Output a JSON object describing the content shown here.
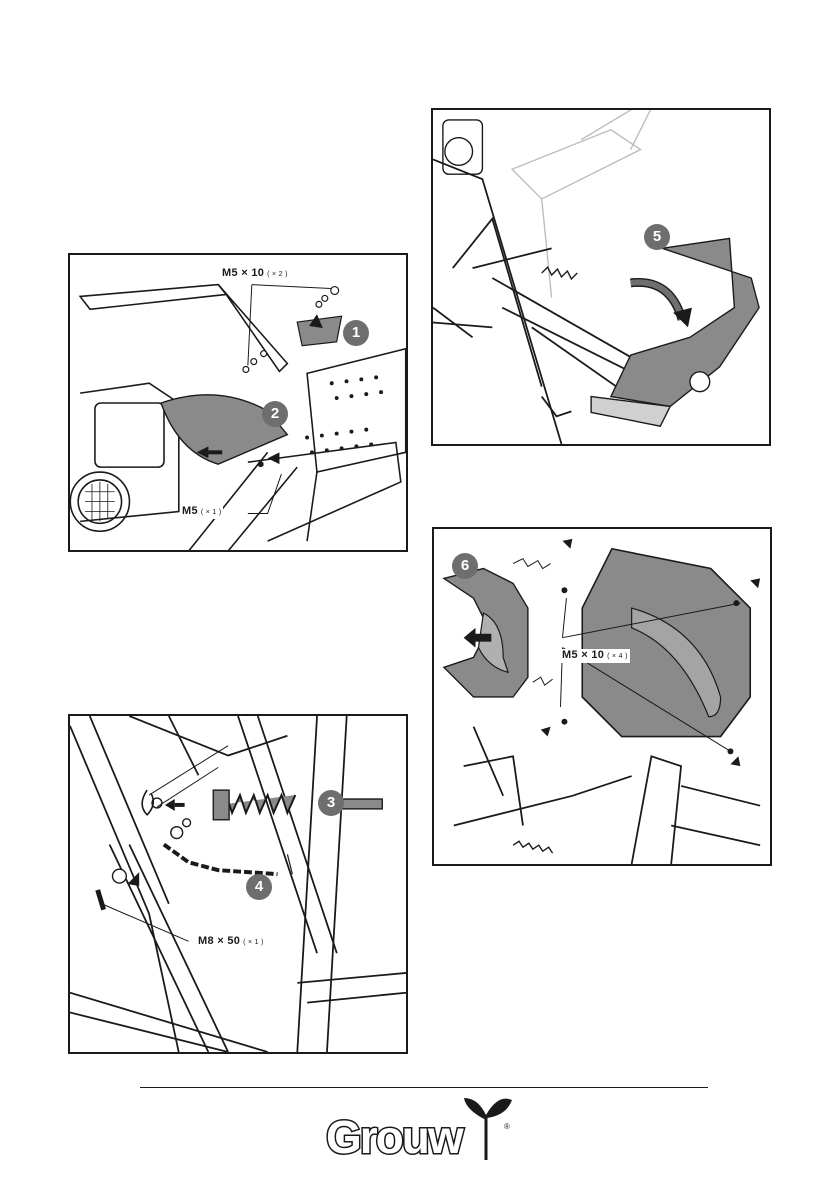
{
  "panel1": {
    "label_top": "M5 × 10",
    "label_top_qty": "( × 2 )",
    "label_bottom": "M5",
    "label_bottom_qty": "( × 1 )",
    "step_a": "1",
    "step_b": "2"
  },
  "panel2": {
    "step": "5"
  },
  "panel3": {
    "label": "M5 × 10",
    "label_qty": "( × 4 )",
    "step": "6"
  },
  "panel4": {
    "label": "M8 × 50",
    "label_qty": "( × 1 )",
    "step_a": "3",
    "step_b": "4"
  },
  "footer": {
    "brand": "Grouw",
    "registered": "®"
  },
  "colors": {
    "line": "#1a1a1a",
    "fill_grey": "#8a8a8a",
    "step_grey": "#6e6e6e"
  }
}
